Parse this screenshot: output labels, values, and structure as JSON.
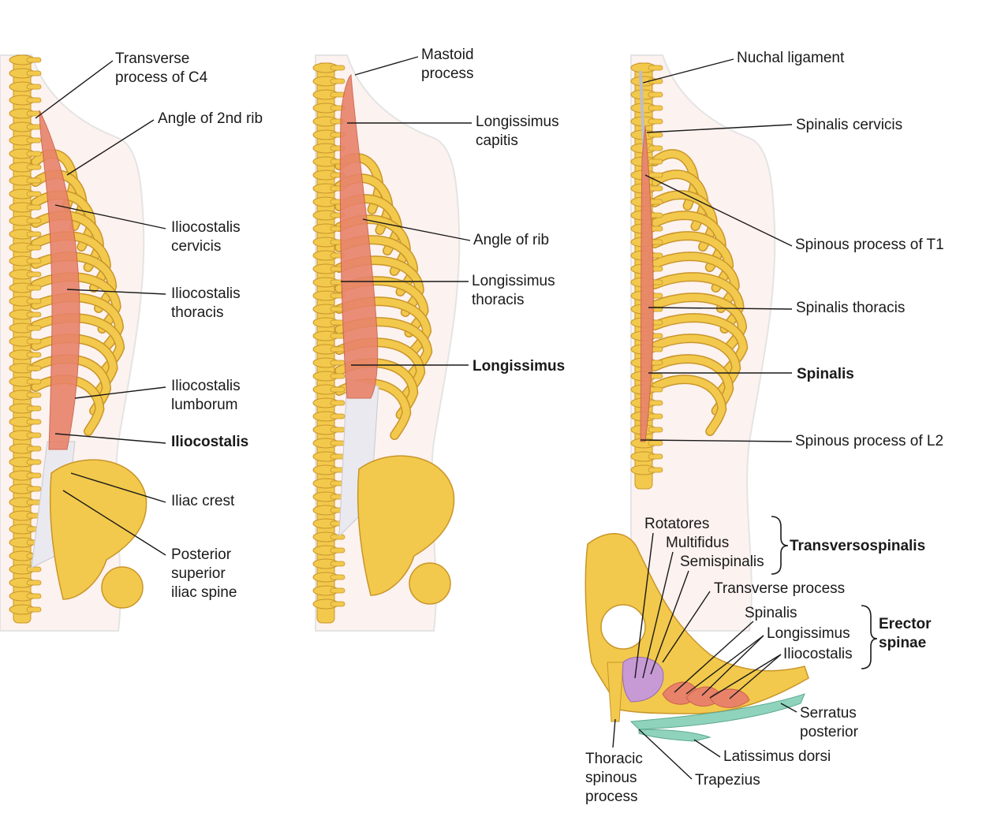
{
  "panels": {
    "iliocostalis": {
      "labels": {
        "transverse_c4": "Transverse\nprocess of C4",
        "angle_2nd_rib": "Angle of 2nd rib",
        "ilio_cervicis": "Iliocostalis\ncervicis",
        "ilio_thoracis": "Iliocostalis\nthoracis",
        "ilio_lumborum": "Iliocostalis\nlumborum",
        "iliocostalis": "Iliocostalis",
        "iliac_crest": "Iliac crest",
        "psis": "Posterior\nsuperior\niliac spine"
      }
    },
    "longissimus": {
      "labels": {
        "mastoid": "Mastoid\nprocess",
        "long_capitis": "Longissimus\ncapitis",
        "angle_of_rib": "Angle of rib",
        "long_thoracis": "Longissimus\nthoracis",
        "longissimus": "Longissimus"
      }
    },
    "spinalis": {
      "labels": {
        "nuchal": "Nuchal ligament",
        "spin_cervicis": "Spinalis cervicis",
        "sp_t1": "Spinous process of T1",
        "spin_thoracis": "Spinalis thoracis",
        "spinalis": "Spinalis",
        "sp_l2": "Spinous process of L2"
      }
    },
    "cross_section": {
      "labels": {
        "rotatores": "Rotatores",
        "multifidus": "Multifidus",
        "semispinalis": "Semispinalis",
        "transversospinalis": "Transversospinalis",
        "transverse_process": "Transverse process",
        "spinalis": "Spinalis",
        "longissimus": "Longissimus",
        "iliocostalis": "Iliocostalis",
        "erector_spinae": "Erector\nspinae",
        "serratus": "Serratus\nposterior",
        "latissimus": "Latissimus dorsi",
        "trapezius": "Trapezius",
        "thoracic_sp": "Thoracic\nspinous\nprocess"
      }
    }
  },
  "colors": {
    "bone": "#f2c94c",
    "bone_edge": "#c9952a",
    "muscle": "#e8836a",
    "muscle_light": "#f6c7b6",
    "skin_outline": "#cfcfcf",
    "skin_fill": "#fbe9e2",
    "tendon": "#e9e9ef",
    "transversospinalis": "#c79ad6",
    "outer_muscle": "#8fd3bd",
    "leader_line": "#1a1a1a"
  }
}
